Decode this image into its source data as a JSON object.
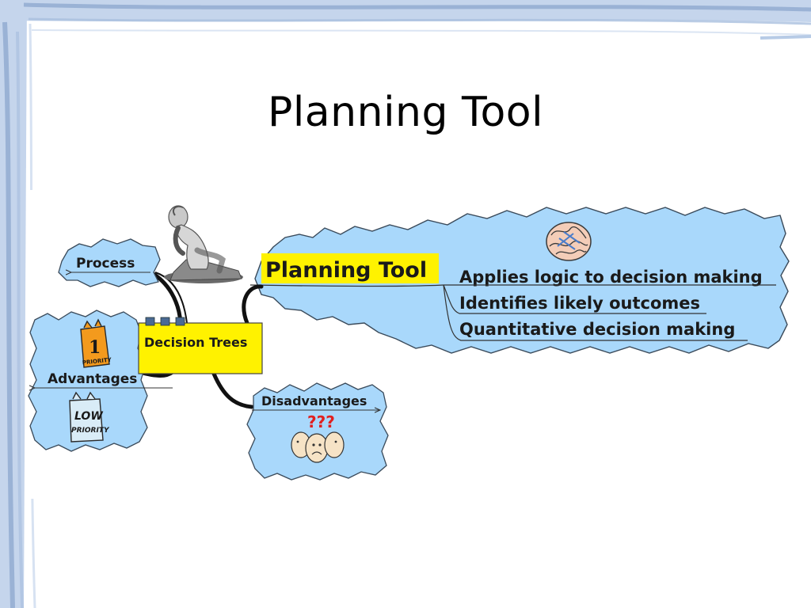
{
  "slide": {
    "title": "Planning Tool"
  },
  "mind_map": {
    "center": {
      "label": "Decision Trees"
    },
    "process": {
      "label": "Process"
    },
    "advantages": {
      "label": "Advantages",
      "badge_top_number": "1",
      "badge_top_text": "PRIORITY",
      "badge_bottom_line1": "LOW",
      "badge_bottom_line2": "PRIORITY"
    },
    "disadvantages": {
      "label": "Disadvantages",
      "question_marks": "???"
    },
    "planning_tool": {
      "label": "Planning Tool",
      "points": [
        "Applies logic to decision making",
        "Identifies likely outcomes",
        "Quantitative decision making"
      ]
    }
  },
  "colors": {
    "cloud_fill": "#a9d8fb",
    "highlight_yellow": "#fff200",
    "frame_blue": "#b7cbe6",
    "frame_dark": "#8fa9cf",
    "handle_blue": "#4a6a94"
  }
}
